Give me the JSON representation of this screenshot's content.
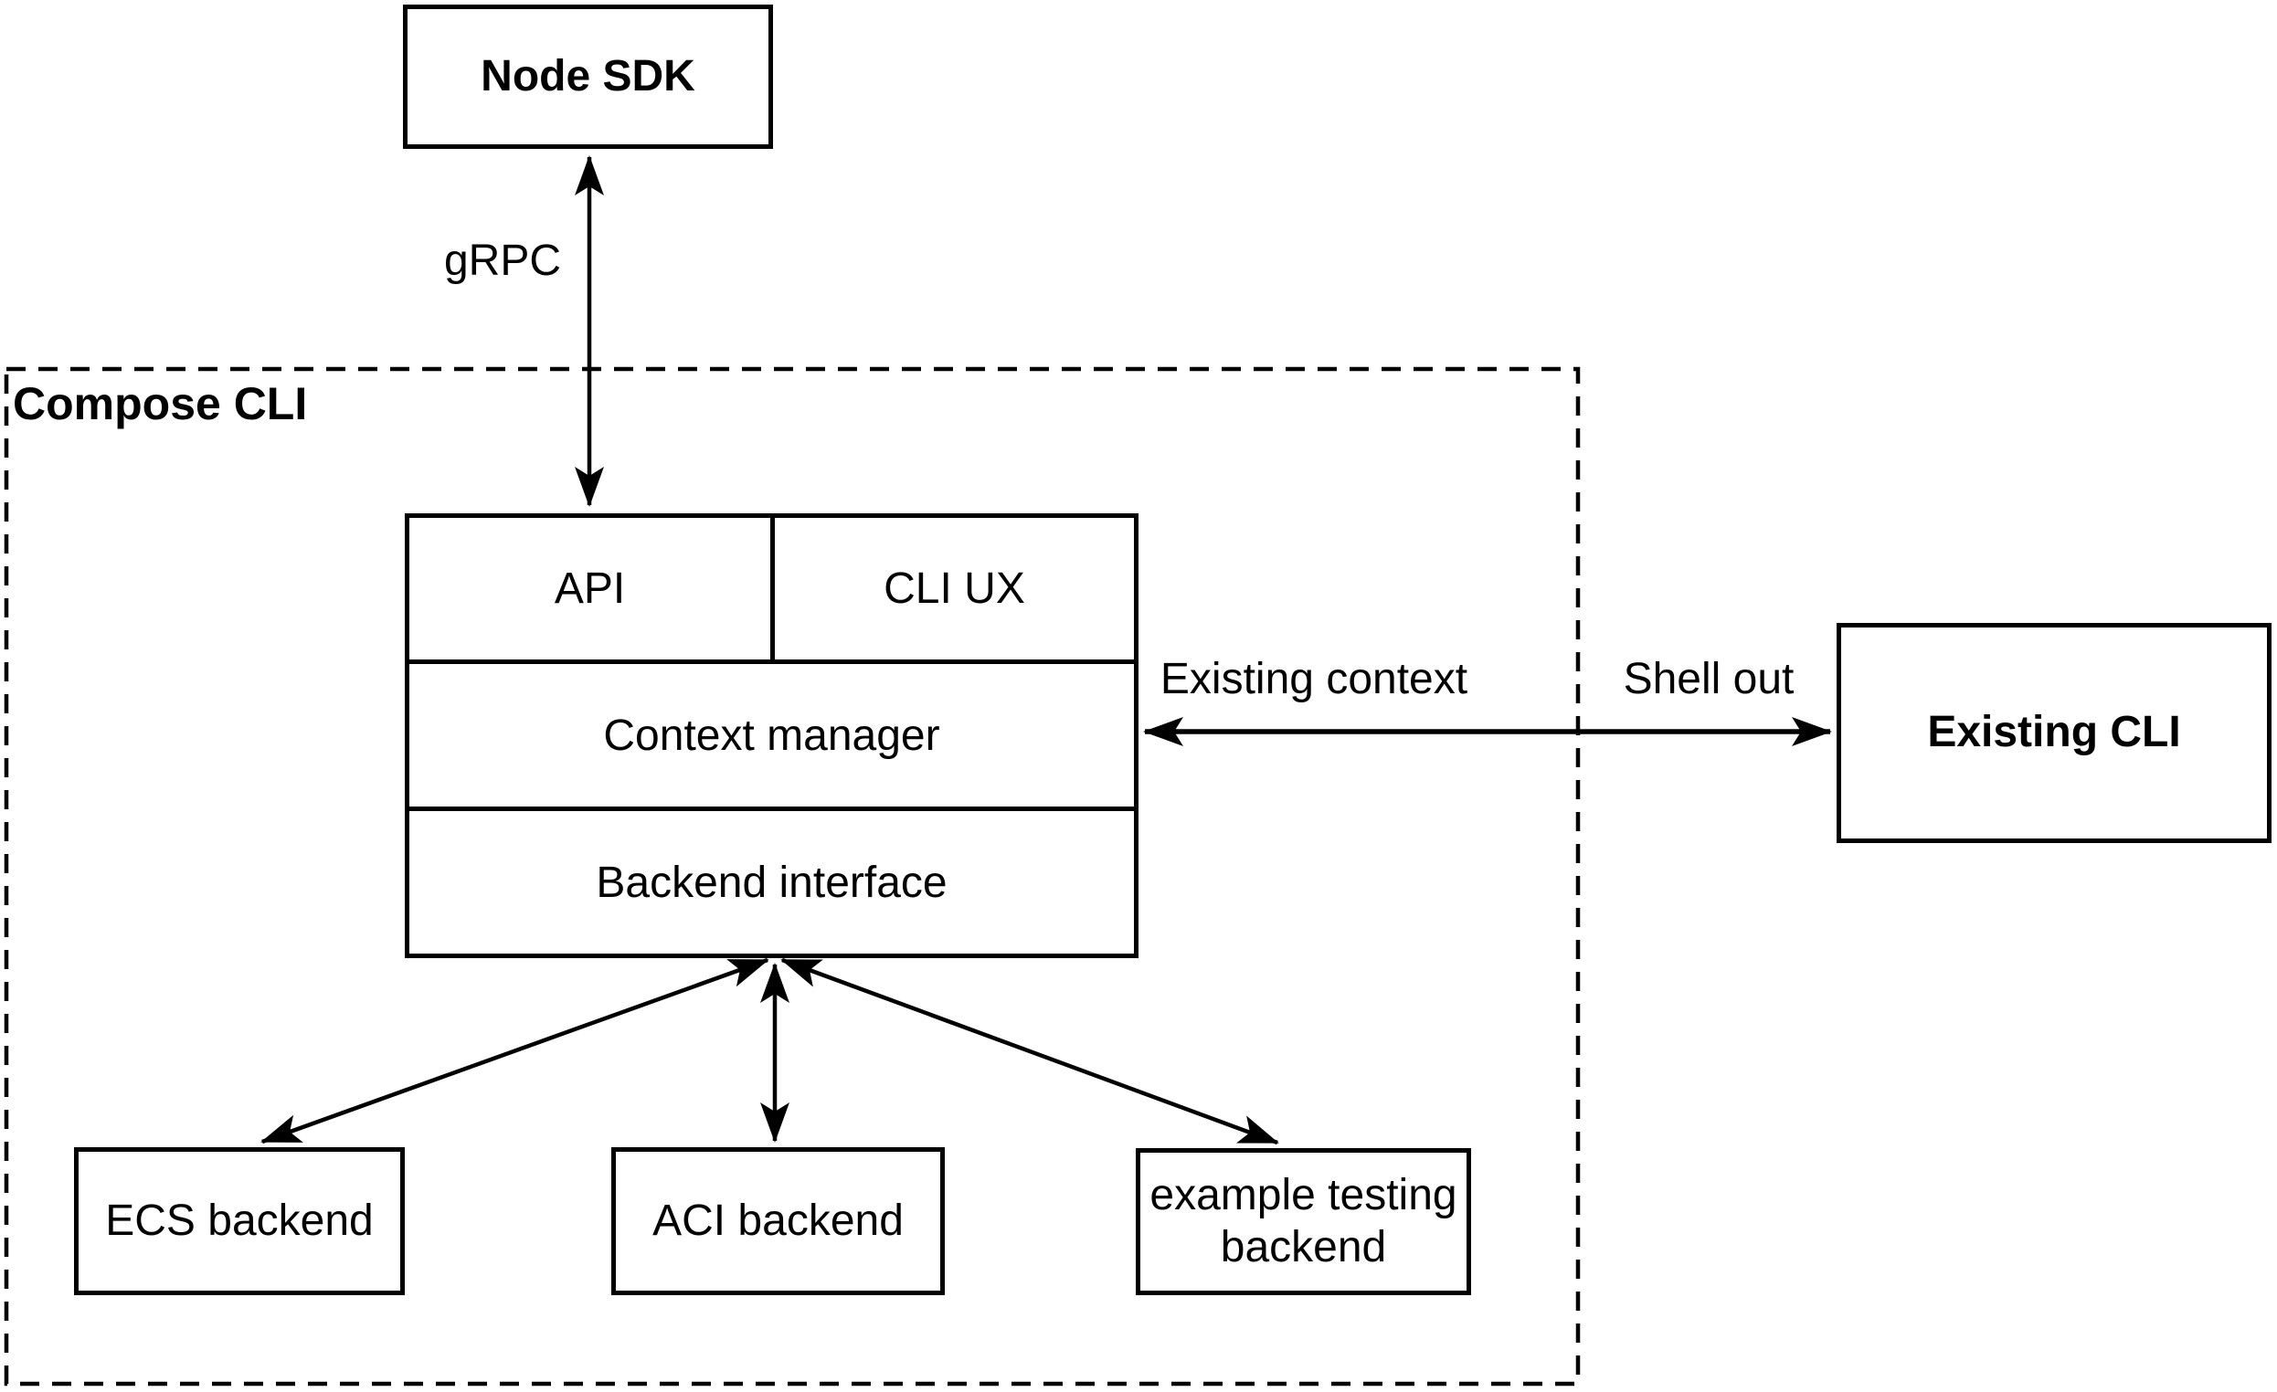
{
  "colors": {
    "stroke": "#000000",
    "background": "#ffffff"
  },
  "container": {
    "label": "Compose CLI"
  },
  "nodes": {
    "node_sdk": {
      "label": "Node SDK"
    },
    "api": {
      "label": "API"
    },
    "cli_ux": {
      "label": "CLI UX"
    },
    "context_manager": {
      "label": "Context manager"
    },
    "backend_interface": {
      "label": "Backend interface"
    },
    "existing_cli": {
      "label": "Existing CLI"
    },
    "ecs_backend": {
      "label": "ECS backend"
    },
    "aci_backend": {
      "label": "ACI backend"
    },
    "example_testing_backend": {
      "label": "example testing backend"
    }
  },
  "edges": {
    "grpc": {
      "label": "gRPC",
      "from": "Node SDK",
      "to": "API",
      "direction": "both"
    },
    "existing_context": {
      "label": "Existing context",
      "from": "Context manager",
      "to": "Existing CLI",
      "direction": "both"
    },
    "shell_out": {
      "label": "Shell out",
      "from": "Context manager",
      "to": "Existing CLI",
      "direction": "both"
    },
    "backend_ecs": {
      "from": "Backend interface",
      "to": "ECS backend",
      "direction": "both"
    },
    "backend_aci": {
      "from": "Backend interface",
      "to": "ACI backend",
      "direction": "both"
    },
    "backend_example": {
      "from": "Backend interface",
      "to": "example testing backend",
      "direction": "both"
    }
  }
}
